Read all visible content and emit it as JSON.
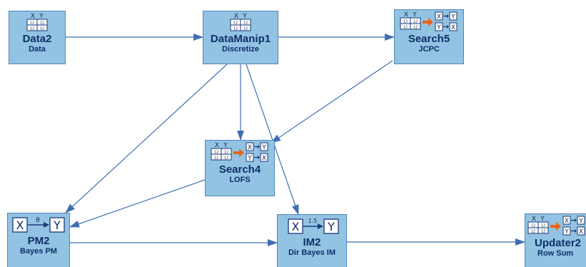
{
  "colors": {
    "node_fill": "#93c3e2",
    "node_border": "#4d86b8",
    "text": "#0e2f6a",
    "edge": "#3f6fb0",
    "search_arrow": "#e8641b"
  },
  "nodes": [
    {
      "id": "data2",
      "title": "Data2",
      "subtitle": "Data",
      "icon": "data-table-icon"
    },
    {
      "id": "datamanip1",
      "title": "DataManip1",
      "subtitle": "Discretize",
      "icon": "data-table-icon"
    },
    {
      "id": "search5",
      "title": "Search5",
      "subtitle": "JCPC",
      "icon": "search-icon"
    },
    {
      "id": "search4",
      "title": "Search4",
      "subtitle": "LOFS",
      "icon": "search-icon"
    },
    {
      "id": "pm2",
      "title": "PM2",
      "subtitle": "Bayes PM",
      "icon": "parametric-model-icon",
      "icon_label": "θ"
    },
    {
      "id": "im2",
      "title": "IM2",
      "subtitle": "Dir Bayes IM",
      "icon": "instantiated-model-icon",
      "icon_label": "1.5"
    },
    {
      "id": "updater2",
      "title": "Updater2",
      "subtitle": "Row Sum",
      "icon": "search-icon"
    }
  ],
  "edges": [
    {
      "from": "data2",
      "to": "datamanip1"
    },
    {
      "from": "datamanip1",
      "to": "search5"
    },
    {
      "from": "datamanip1",
      "to": "search4"
    },
    {
      "from": "datamanip1",
      "to": "pm2"
    },
    {
      "from": "datamanip1",
      "to": "im2"
    },
    {
      "from": "search5",
      "to": "search4"
    },
    {
      "from": "search4",
      "to": "pm2"
    },
    {
      "from": "pm2",
      "to": "im2"
    },
    {
      "from": "im2",
      "to": "updater2"
    }
  ]
}
